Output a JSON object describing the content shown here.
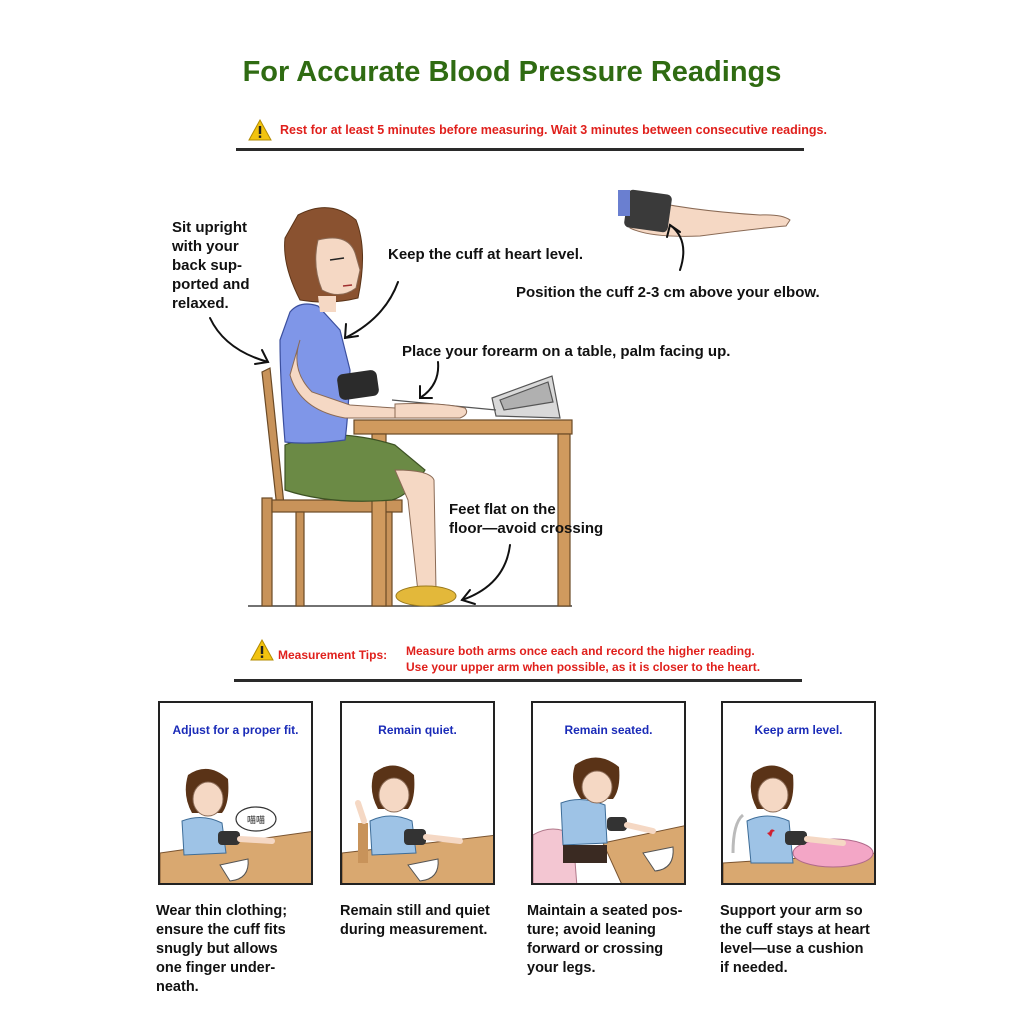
{
  "title": "For Accurate Blood Pressure Readings",
  "warning": {
    "icon": "warning-icon",
    "text": "Rest for at least 5 minutes before measuring. Wait 3 minutes between consecutive readings."
  },
  "illustration": {
    "notes": {
      "posture_lines": [
        "Sit upright",
        "with your",
        "back sup-",
        "ported and",
        "relaxed."
      ],
      "cuff_heart": "Keep the cuff at heart level.",
      "cuff_position": "Position the cuff 2-3 cm above your elbow.",
      "forearm": "Place your forearm on a table, palm facing up.",
      "feet_lines": [
        "Feet flat on the",
        "floor—avoid crossing"
      ]
    }
  },
  "tips": {
    "label": "Measurement Tips:",
    "lines": [
      "Measure both arms once each and record the higher reading.",
      "Use your upper arm when possible, as it is closer to the heart."
    ]
  },
  "panels": [
    {
      "title": "Adjust for a proper fit.",
      "bubble": "喵喵",
      "caption_lines": [
        "Wear thin clothing;",
        "ensure the cuff fits",
        "snugly but allows",
        "one finger under-",
        "neath."
      ]
    },
    {
      "title": "Remain quiet.",
      "caption_lines": [
        "Remain still and quiet",
        "during measurement."
      ]
    },
    {
      "title": "Remain seated.",
      "caption_lines": [
        "Maintain a seated pos-",
        "ture; avoid leaning",
        "forward or crossing",
        "your legs."
      ]
    },
    {
      "title": "Keep arm level.",
      "caption_lines": [
        "Support your arm so",
        "the cuff stays at heart",
        "level—use a cushion",
        "if needed."
      ]
    }
  ],
  "colors": {
    "title": "#2f6b12",
    "warning": "#e0201c",
    "panel_title": "#1a2bb8",
    "shirt": "#7f96e8",
    "skirt": "#6b8a45",
    "wood": "#c8935a",
    "hair": "#8a5230",
    "slipper": "#e3b83a"
  }
}
